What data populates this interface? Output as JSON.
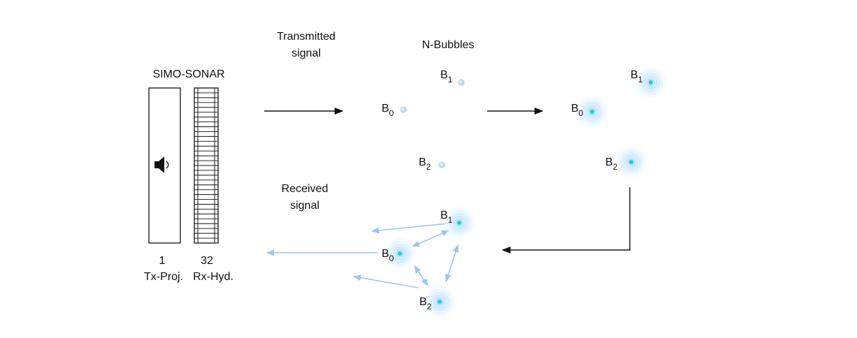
{
  "sonar": {
    "title": "SIMO-SONAR",
    "tx_count": "1",
    "rx_count": "32",
    "tx_label": "Tx-Proj.",
    "rx_label": "Rx-Hyd.",
    "hydrophone_elements": 32
  },
  "signals": {
    "transmitted_line1": "Transmitted",
    "transmitted_line2": "signal",
    "received_line1": "Received",
    "received_line2": "signal"
  },
  "bubbles_title": "N-Bubbles",
  "bubble_letter": "B",
  "bubble_indices": {
    "b0": "0",
    "b1": "1",
    "b2": "2"
  },
  "icons": [
    "speaker-icon"
  ],
  "colors": {
    "arrow_black": "#111111",
    "arrow_blue": "#9cc7ee",
    "bubble_core": "#1ec8ee",
    "bubble_glow": "#bfe2f7"
  }
}
